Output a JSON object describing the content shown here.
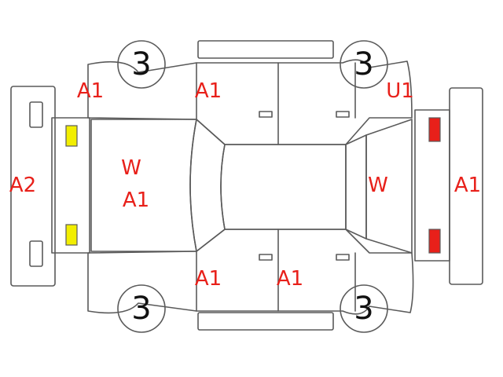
{
  "colors": {
    "outline": "#5a5a5a",
    "code_text": "#e8201a",
    "front_lamp": "#f2ee00",
    "rear_lamp": "#e8201a",
    "tire_text": "#111111"
  },
  "tires": {
    "front_left": "3",
    "rear_left": "3",
    "front_right": "3",
    "rear_right": "3"
  },
  "codes": {
    "front_left_fender": "A1",
    "front_left_door": "A1",
    "rear_left_quarter": "U1",
    "front_bumper": "A2",
    "hood_w": "W",
    "hood_a": "A1",
    "rear_window": "W",
    "rear_bumper": "A1",
    "front_right_door": "A1",
    "rear_right_door": "A1"
  }
}
